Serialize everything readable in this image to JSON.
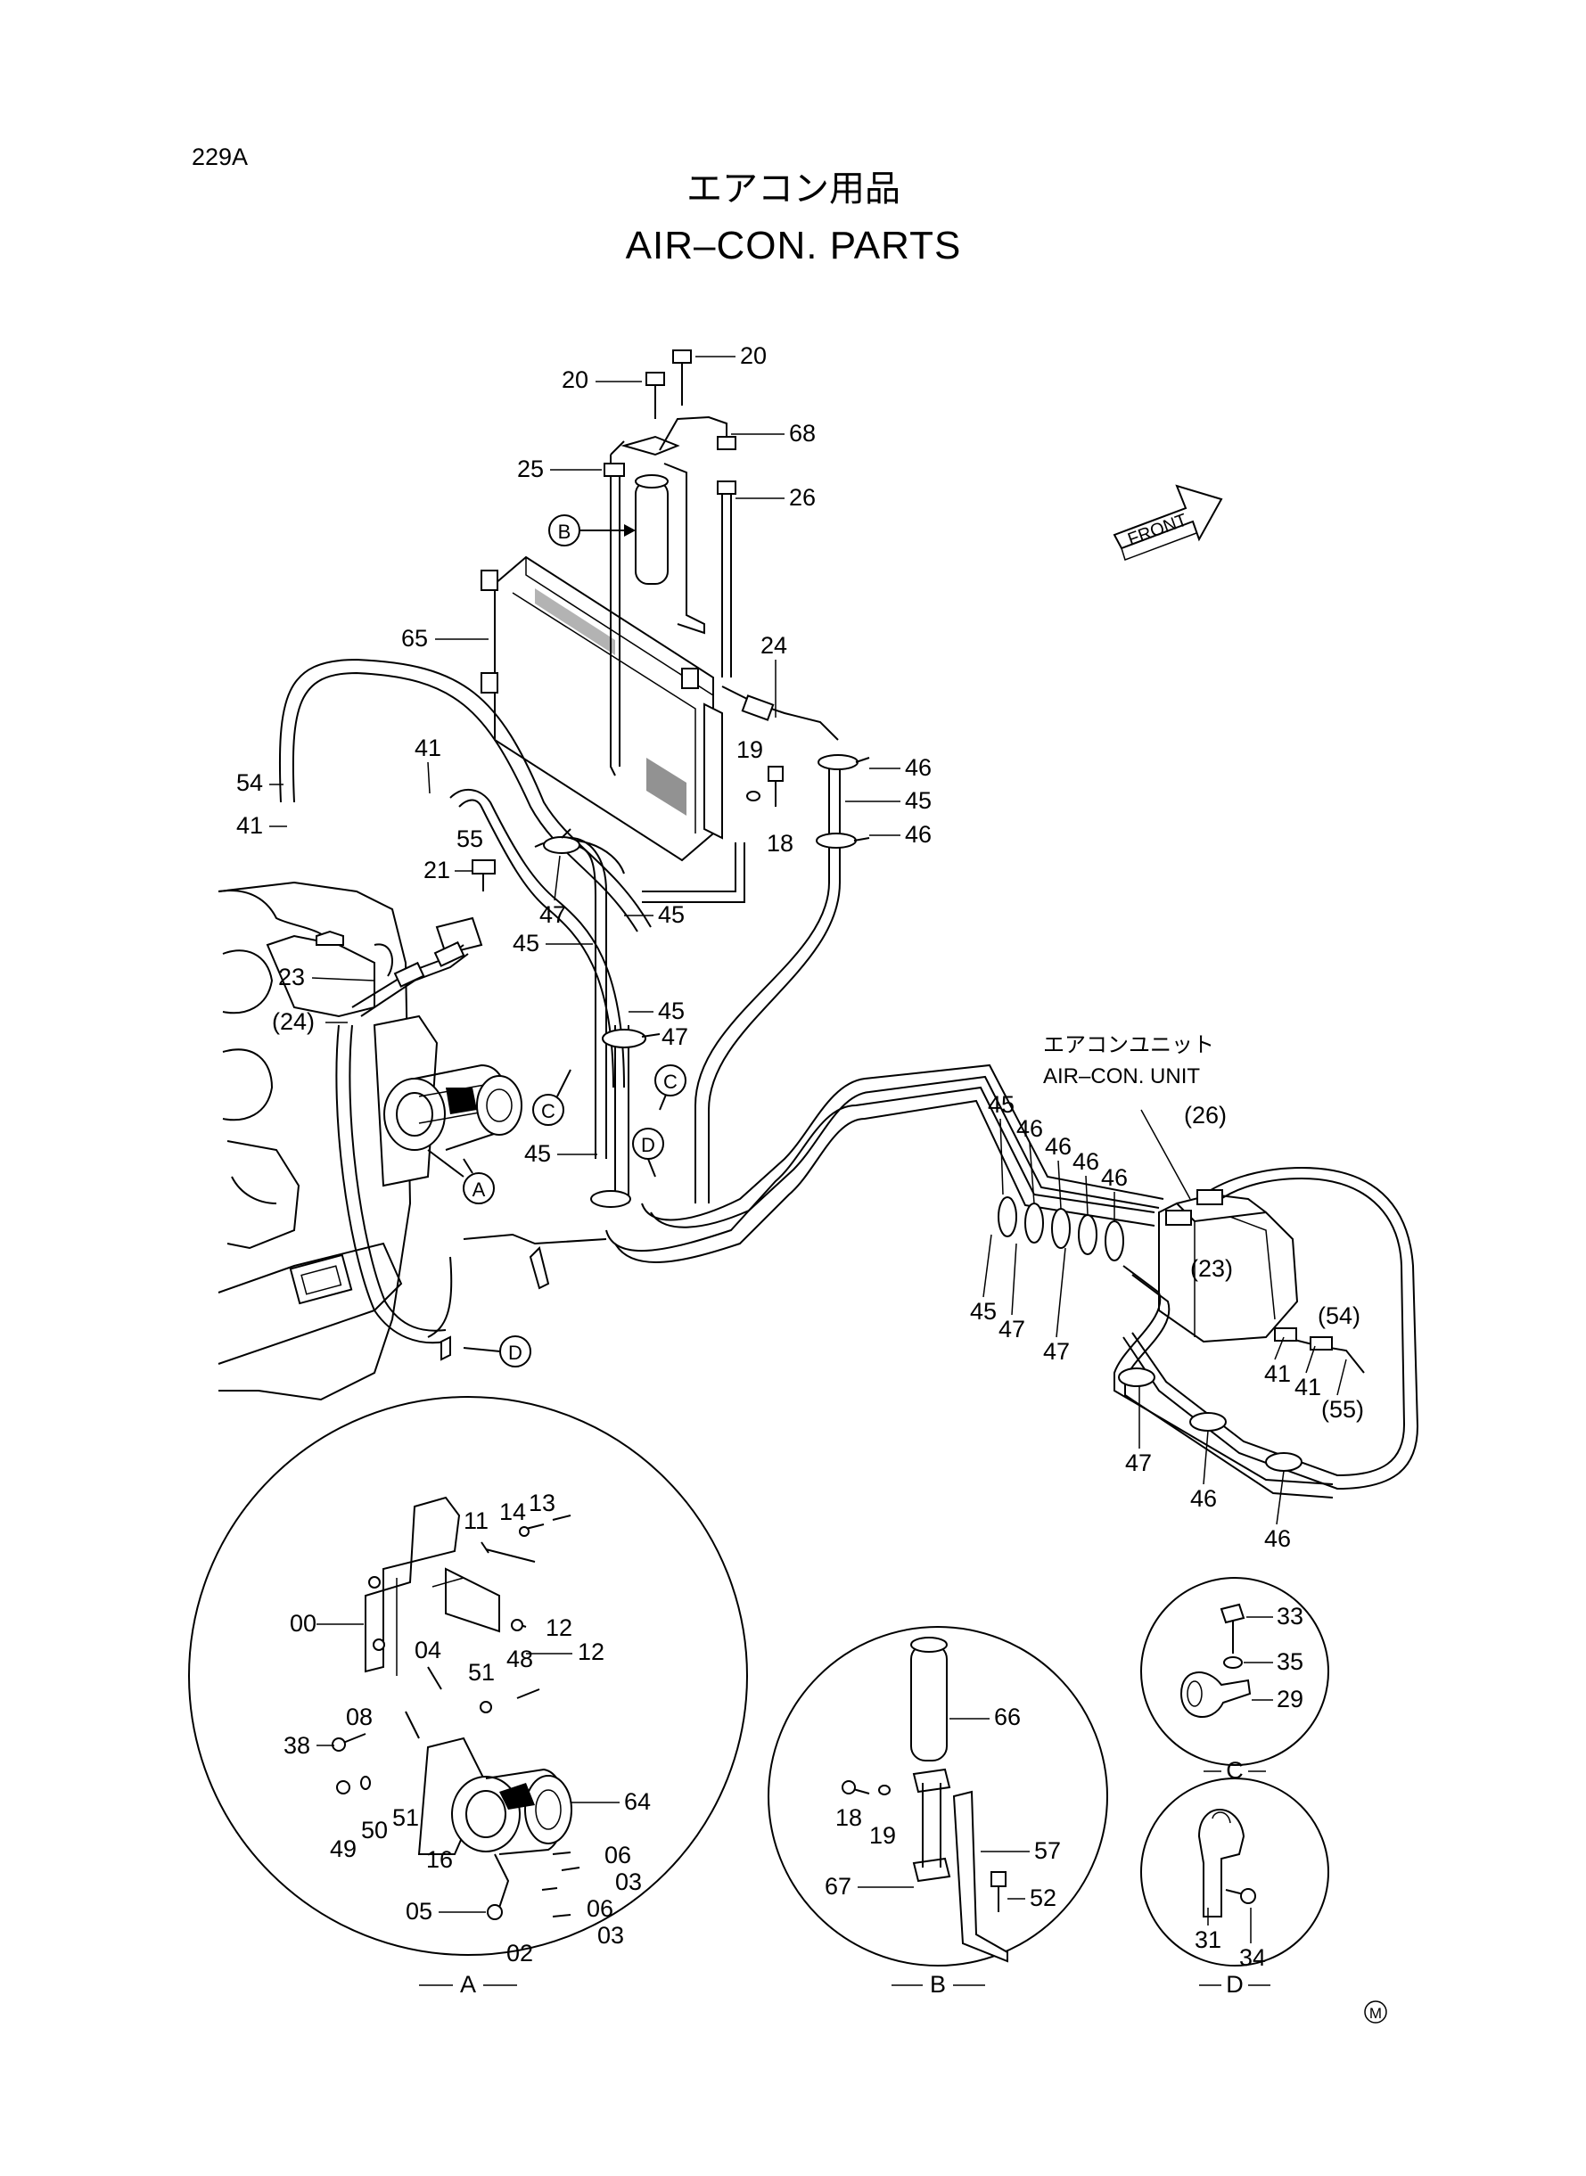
{
  "page_code": "229A",
  "title_jp": "エアコン用品",
  "title_en": "AIR–CON. PARTS",
  "front_label": "FRONT",
  "unit_label_jp": "エアコンユニット",
  "unit_label_en": "AIR–CON. UNIT",
  "callouts": {
    "b_top": "B",
    "a_main": "A",
    "c1": "C",
    "c2": "C",
    "d1": "D",
    "d2": "D"
  },
  "detail_captions": {
    "a": "A",
    "b": "B",
    "c": "C",
    "d": "D"
  },
  "mark": "M",
  "labels_main": [
    "20",
    "20",
    "68",
    "25",
    "26",
    "24",
    "65",
    "46",
    "45",
    "46",
    "19",
    "18",
    "54",
    "41",
    "41",
    "55",
    "21",
    "47",
    "45",
    "45",
    "23",
    "(24)",
    "45",
    "47",
    "45",
    "(26)",
    "45",
    "46",
    "46",
    "46",
    "46",
    "(23)",
    "(54)",
    "45",
    "47",
    "47",
    "41",
    "41",
    "(55)",
    "47",
    "46",
    "46"
  ],
  "labels_a": [
    "13",
    "14",
    "11",
    "00",
    "12",
    "12",
    "04",
    "48",
    "51",
    "08",
    "38",
    "64",
    "51",
    "16",
    "49",
    "50",
    "06",
    "03",
    "05",
    "06",
    "03",
    "02"
  ],
  "labels_b": [
    "66",
    "18",
    "19",
    "57",
    "67",
    "52"
  ],
  "labels_c": [
    "33",
    "35",
    "29"
  ],
  "labels_d": [
    "31",
    "34"
  ]
}
